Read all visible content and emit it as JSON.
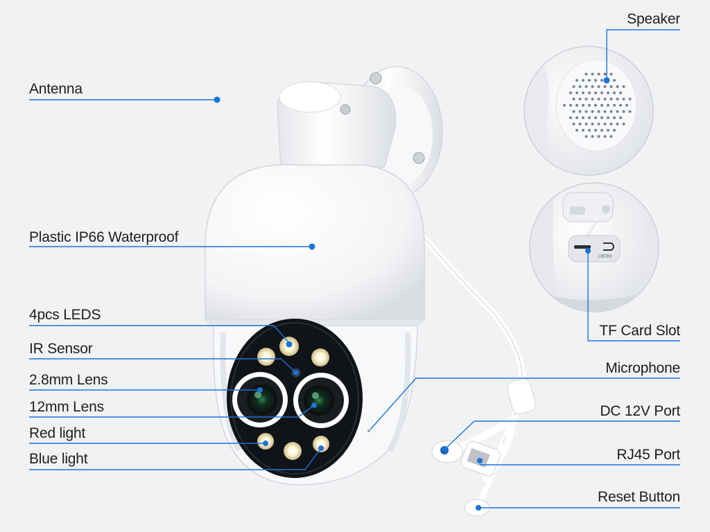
{
  "colors": {
    "background": "#f1f2f4",
    "leader_line": "#1a73d9",
    "label_text": "#1e1e1e",
    "camera_body": "#ffffff",
    "camera_shadow": "#d8dbe0",
    "lens_face": "#111418"
  },
  "labels": {
    "antenna": "Antenna",
    "plastic_ip66": "Plastic IP66 Waterproof",
    "leds": "4pcs LEDS",
    "ir_sensor": "IR Sensor",
    "lens_28": "2.8mm Lens",
    "lens_12": "12mm Lens",
    "red_light": "Red light",
    "blue_light": "Blue light",
    "speaker": "Speaker",
    "tf_card": "TF Card Slot",
    "microphone": "Microphone",
    "dc_port": "DC 12V Port",
    "rj45": "RJ45 Port",
    "reset": "Reset Button"
  },
  "inset_text": {
    "reset_mark": "RESET"
  }
}
